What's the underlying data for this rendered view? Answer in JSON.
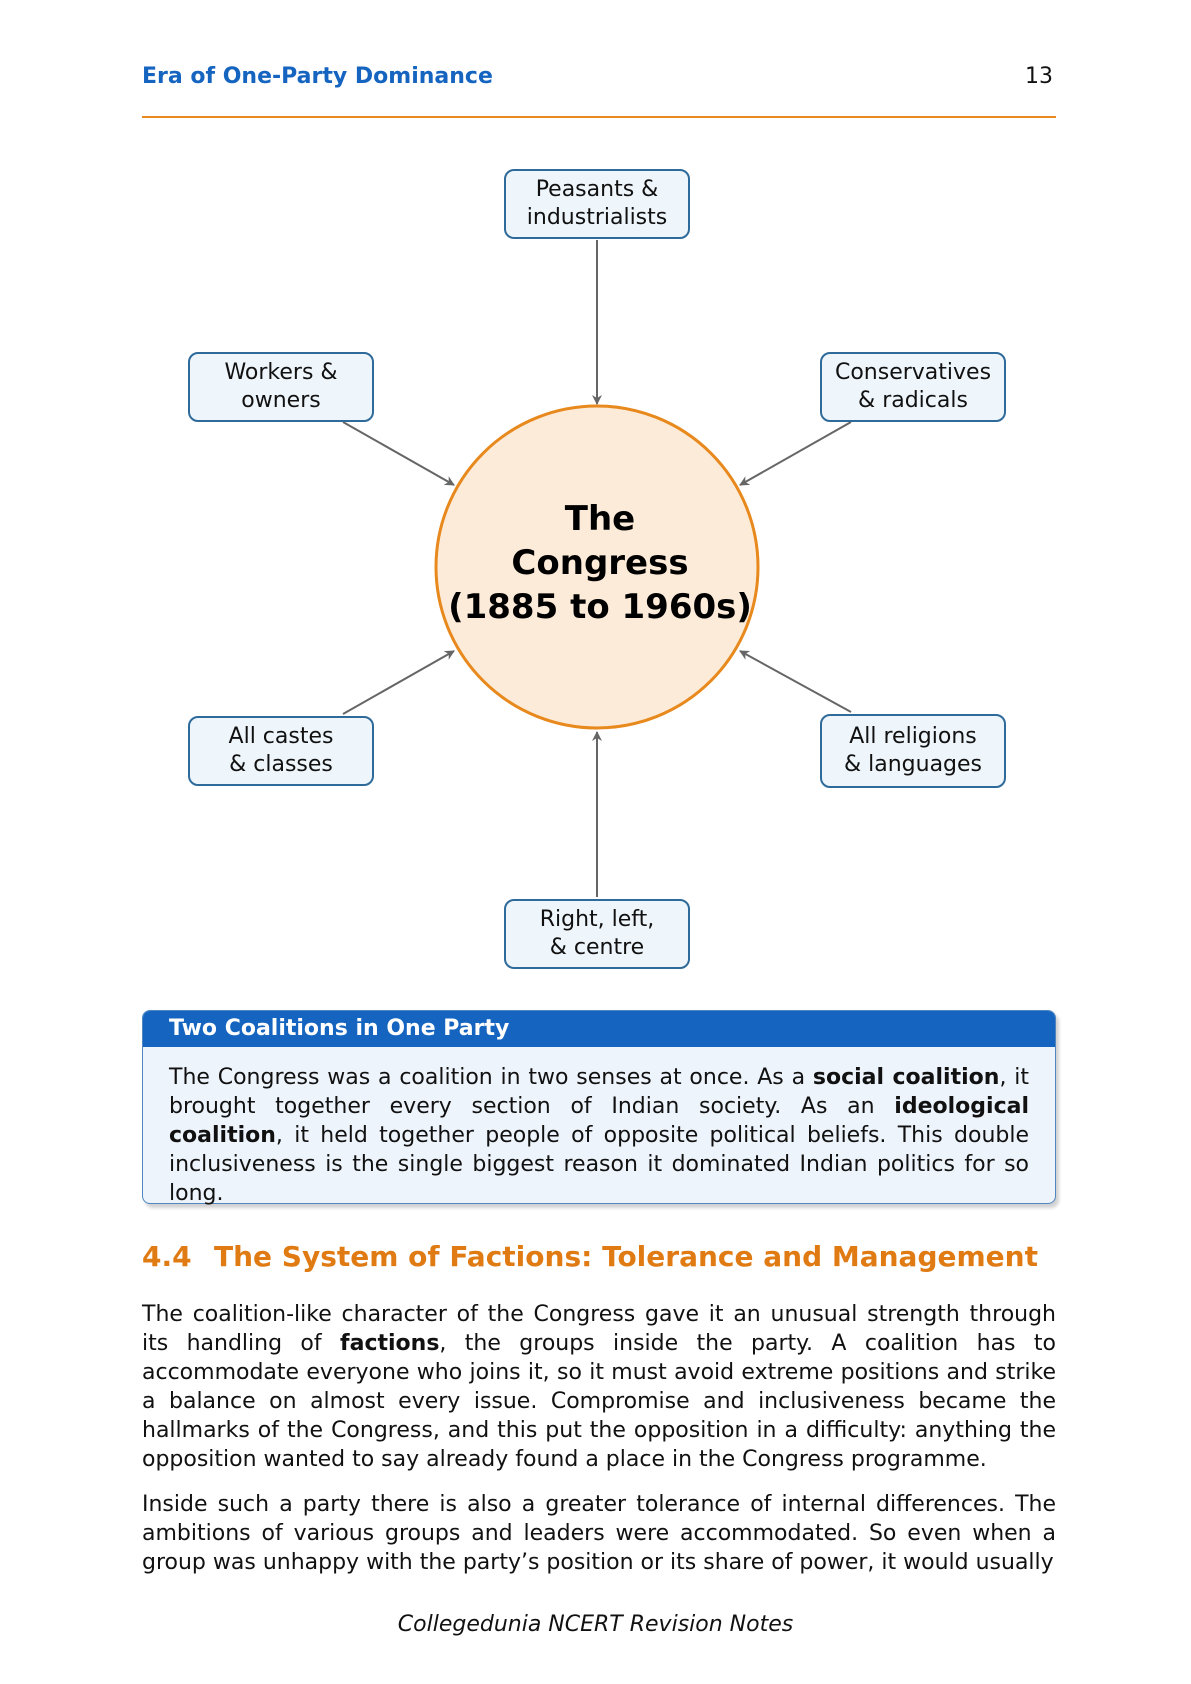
{
  "header": {
    "title": "Era of One-Party Dominance",
    "page_number": "13"
  },
  "diagram": {
    "hub": {
      "line1": "The",
      "line2": "Congress",
      "line3": "(1885 to 1960s)"
    },
    "nodes": {
      "top": [
        "Peasants &",
        "industrialists"
      ],
      "upper_left": [
        "Workers &",
        "owners"
      ],
      "upper_right": [
        "Conservatives",
        "& radicals"
      ],
      "lower_left": [
        "All castes",
        "& classes"
      ],
      "lower_right": [
        "All religions",
        "& languages"
      ],
      "bottom": [
        "Right, left,",
        "& centre"
      ]
    },
    "colors": {
      "hub_fill": "#fdebd9",
      "hub_stroke": "#e8891d",
      "node_fill": "#eef5fb",
      "node_stroke": "#2f6b9a",
      "arrow": "#666666"
    }
  },
  "callout": {
    "title": "Two Coalitions in One Party",
    "text_1": "The Congress was a coalition in two senses at once. As a ",
    "bold_1": "social coalition",
    "text_2": ", it brought together every section of Indian society. As an ",
    "bold_2": "ideological coalition",
    "text_3": ", it held together people of opposite political beliefs. This double inclusiveness is the single biggest reason it dominated Indian politics for so long.",
    "header_color": "#1565c0"
  },
  "section": {
    "number": "4.4",
    "title": "The System of Factions: Tolerance and Management",
    "color": "#e07a12"
  },
  "paragraph1": {
    "text_1": "The coalition-like character of the Congress gave it an unusual strength through its handling of ",
    "bold_1": "factions",
    "text_2": ", the groups inside the party. A coalition has to accommodate everyone who joins it, so it must avoid extreme positions and strike a balance on almost every issue. Compromise and inclusiveness became the hallmarks of the Congress, and this put the opposition in a difficulty: anything the opposition wanted to say already found a place in the Congress programme."
  },
  "paragraph2": {
    "text": "Inside such a party there is also a greater tolerance of internal differences. The ambitions of various groups and leaders were accommodated. So even when a group was unhappy with the party’s position or its share of power, it would usually"
  },
  "footer": {
    "text": "Collegedunia NCERT Revision Notes"
  }
}
